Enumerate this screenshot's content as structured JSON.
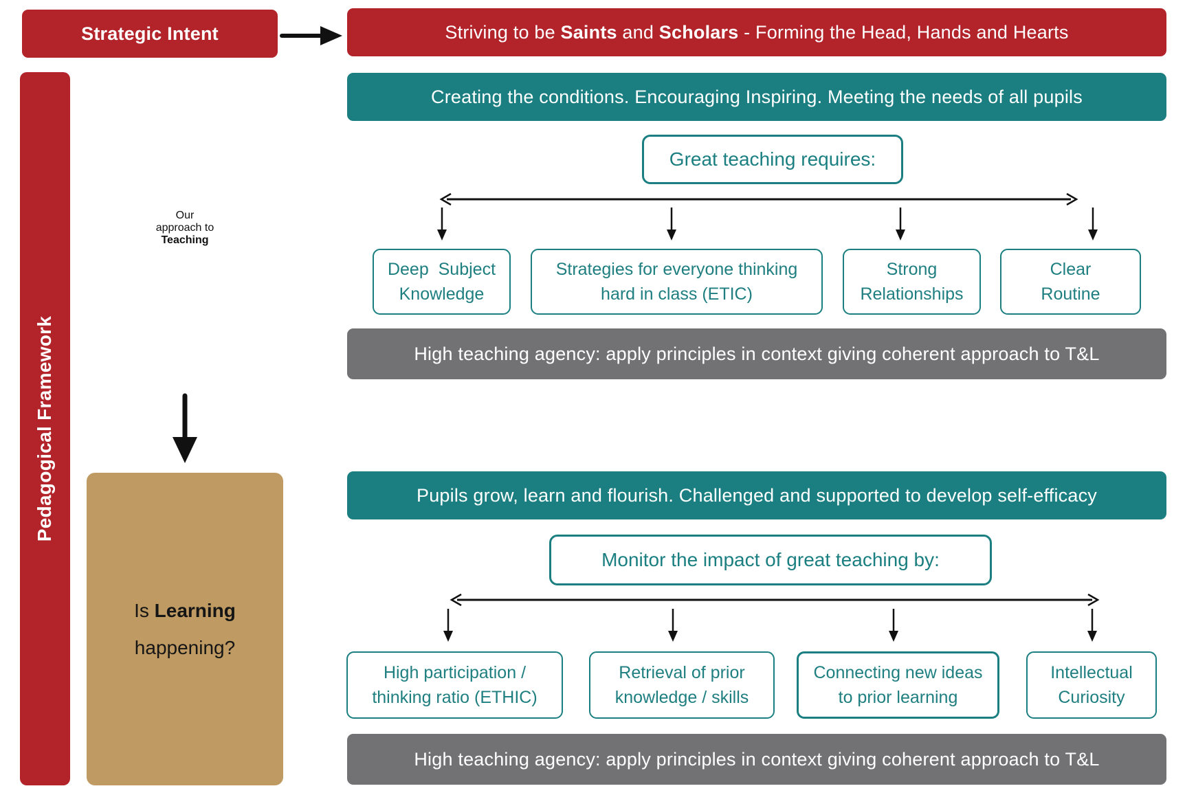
{
  "colors": {
    "red": "#B2232A",
    "teal": "#1B7F81",
    "tan": "#BF9B63",
    "gray": "#727275",
    "white": "#FFFFFF",
    "connector_black": "#111111"
  },
  "icons": {
    "arrow_right": "→",
    "arrow_down": "↓",
    "connector_line": "double-headed horizontal line"
  },
  "strategic": {
    "label": "Strategic Intent"
  },
  "vision_banner": {
    "p1": "Striving to be ",
    "b1": "Saints",
    "p2": " and ",
    "b2": "Scholars",
    "p3": " - Forming the Head, Hands and Hearts"
  },
  "sidebar": {
    "label": "Pedagogical Framework"
  },
  "teaching_section": {
    "tan_line1": "Our",
    "tan_line2": "approach to",
    "tan_line3": "Teaching",
    "banner": "Creating the conditions. Encouraging Inspiring. Meeting the needs of all pupils",
    "requires_label": "Great teaching requires:",
    "boxes": [
      {
        "label": "Deep  Subject\nKnowledge"
      },
      {
        "label": "Strategies for everyone thinking\nhard in class (ETIC)"
      },
      {
        "label": "Strong\nRelationships"
      },
      {
        "label": "Clear\nRoutine"
      }
    ],
    "agency_banner": "High teaching agency: apply principles in context giving coherent approach to T&L"
  },
  "learning_section": {
    "tan_p1": "Is ",
    "tan_b1": "Learning",
    "tan_line2": "happening?",
    "banner": "Pupils grow, learn and flourish. Challenged and supported to develop self-efficacy",
    "monitor_label": "Monitor the impact of great teaching by:",
    "boxes": [
      {
        "label": "High participation /\nthinking ratio (ETHIC)"
      },
      {
        "label": "Retrieval of prior\nknowledge / skills"
      },
      {
        "label": "Connecting new ideas\nto prior learning"
      },
      {
        "label": "Intellectual\nCuriosity"
      }
    ],
    "agency_banner": "High teaching agency: apply principles in context giving coherent approach to T&L"
  }
}
